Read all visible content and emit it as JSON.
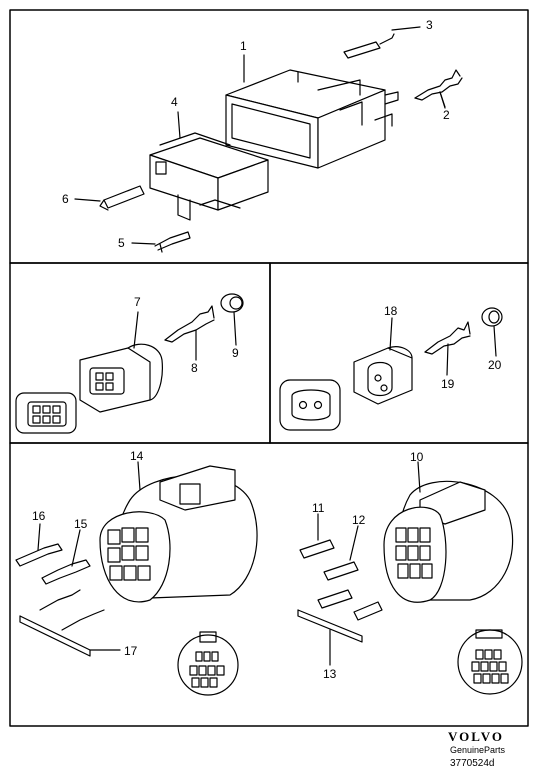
{
  "labels": {
    "l1": "1",
    "l2": "2",
    "l3": "3",
    "l4": "4",
    "l5": "5",
    "l6": "6",
    "l7": "7",
    "l8": "8",
    "l9": "9",
    "l10": "10",
    "l11": "11",
    "l12": "12",
    "l13": "13",
    "l14": "14",
    "l15": "15",
    "l16": "16",
    "l17": "17",
    "l18": "18",
    "l19": "19",
    "l20": "20"
  },
  "footer": {
    "brand": "VOLVO",
    "sub": "GenuineParts",
    "ref": "3770524d"
  }
}
